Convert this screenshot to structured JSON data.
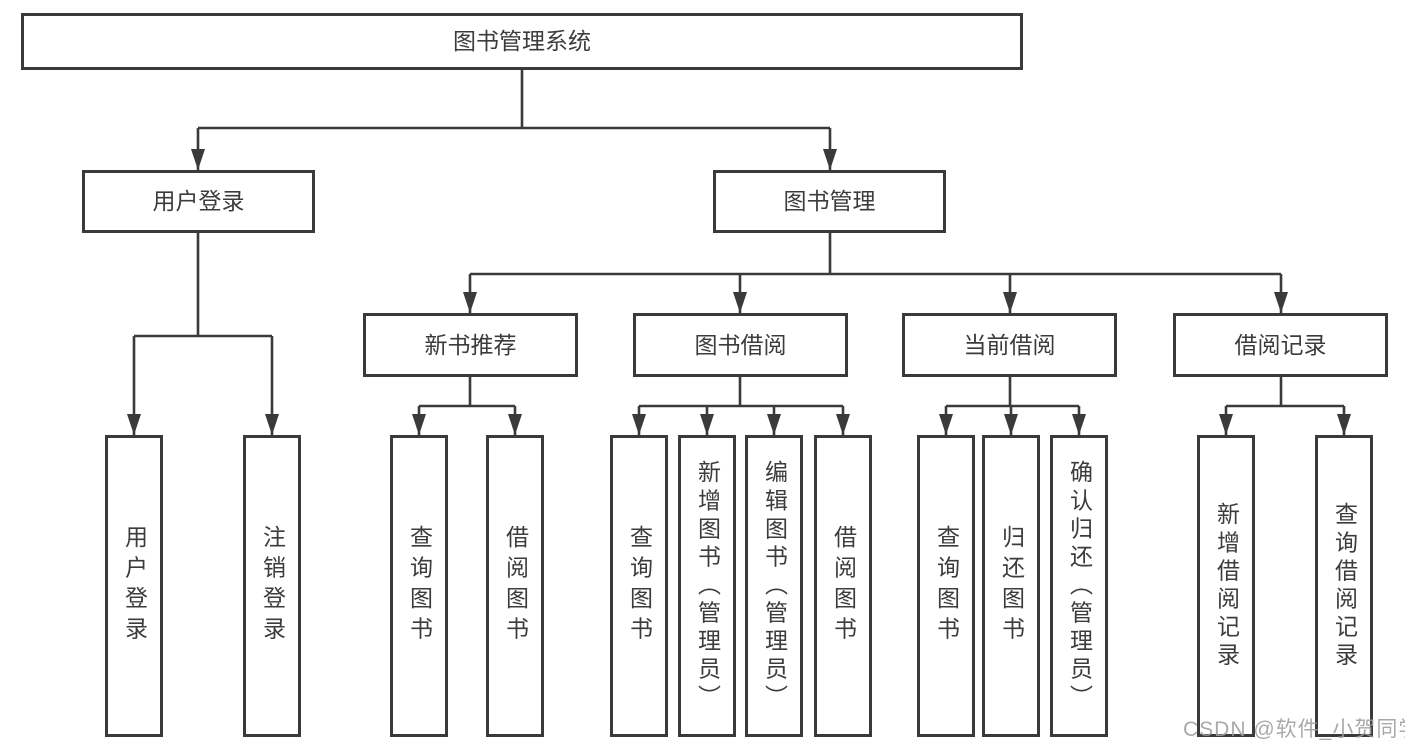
{
  "nodes": {
    "root": "图书管理系统",
    "login": "用户登录",
    "mgmt": "图书管理",
    "login_children": [
      "用户登录",
      "注销登录"
    ],
    "newbook": "新书推荐",
    "borrow": "图书借阅",
    "current": "当前借阅",
    "records": "借阅记录",
    "newbook_children": [
      "查询图书",
      "借阅图书"
    ],
    "borrow_children": [
      "查询图书",
      "新增图书（管理员）",
      "编辑图书（管理员）",
      "借阅图书"
    ],
    "current_children": [
      "查询图书",
      "归还图书",
      "确认归还（管理员）"
    ],
    "records_children": [
      "新增借阅记录",
      "查询借阅记录"
    ]
  },
  "watermark": "CSDN @软件_小贺同学",
  "colors": {
    "line": "#3a3a3a",
    "ink": "#3c3c3c",
    "watermark": "#9e9e9e"
  }
}
